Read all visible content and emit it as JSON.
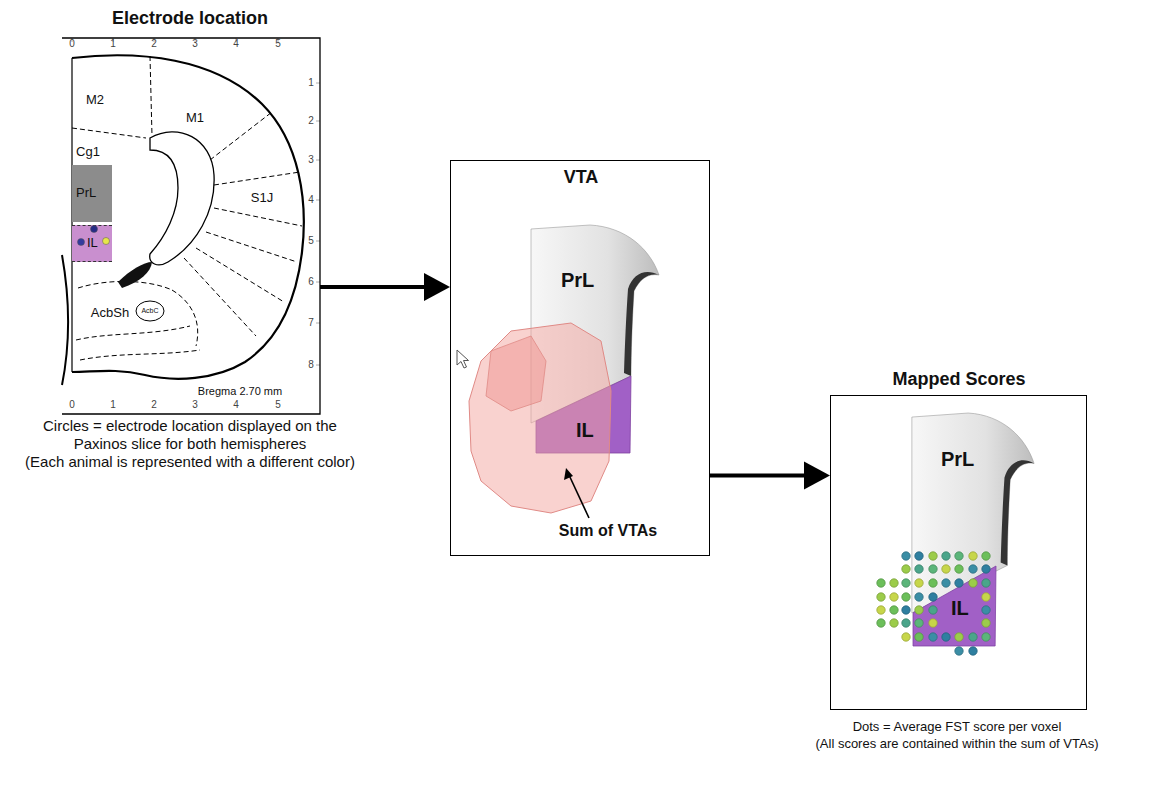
{
  "diagram": {
    "nodes": [
      {
        "text": [
          "Electrode location",
          "Circles = electrode location displayed on the Paxinos slice for both hemispheres",
          "(Each animal is represented with a different color)"
        ]
      },
      {
        "text": [
          "PrL"
        ],
        "in": 0
      },
      {
        "text": [
          "IL"
        ],
        "in": 0
      },
      {
        "text": [
          "VTA"
        ]
      },
      {
        "text": [
          "PrL"
        ],
        "in": 3
      },
      {
        "text": [
          "IL"
        ],
        "in": 3
      },
      {
        "text": [
          "Mapped Scores",
          "Dots = Average FST score per voxel",
          "(All scores are contained within the sum of VTAs)"
        ]
      },
      {
        "text": [
          "PrL"
        ],
        "in": 6
      },
      {
        "text": [
          "IL"
        ],
        "in": 6
      }
    ],
    "edges": [
      {
        "from": 0,
        "to": 3,
        "arrow": "to"
      },
      {
        "from": 3,
        "to": 6,
        "arrow": "to"
      }
    ],
    "labels": [
      "0",
      "1",
      "2",
      "3",
      "4",
      "5",
      "1",
      "2",
      "3",
      "4",
      "5",
      "6",
      "7",
      "8",
      "M2",
      "M1",
      "Cg1",
      "S1J",
      "AcbSh",
      "AcbC",
      "Bregma 2.70 mm",
      "0",
      "1",
      "2",
      "3",
      "4",
      "5",
      "Sum of VTAs"
    ]
  }
}
